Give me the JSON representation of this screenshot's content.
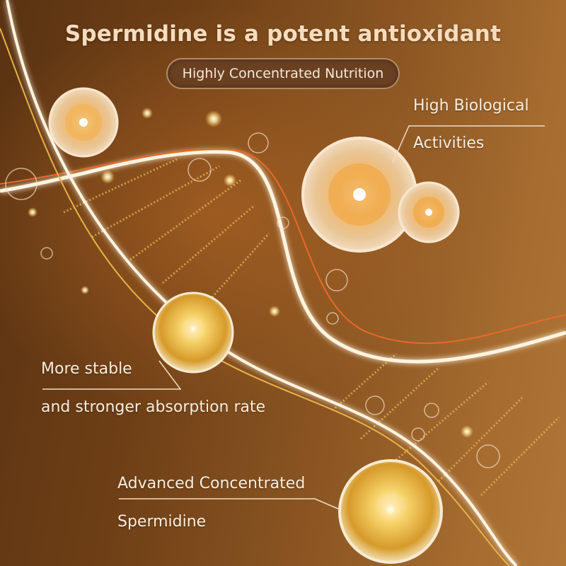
{
  "title": "Spermidine is a potent antioxidant",
  "subtitle_pill": "Highly Concentrated Nutrition",
  "features": {
    "biological": {
      "line1": "High Biological",
      "line2": "Activities"
    },
    "stable": {
      "line1": "More stable",
      "line2": "and stronger absorption rate"
    },
    "advanced": {
      "line1": "Advanced Concentrated",
      "line2": "Spermidine"
    }
  },
  "colors": {
    "title_text": "#f6dcbe",
    "label_text": "#fbeedd",
    "strand_white": "#fff4df",
    "strand_orange": "#e86a2a",
    "strand_gold": "#e6b24a",
    "sphere_gold": "#f2c24a"
  }
}
